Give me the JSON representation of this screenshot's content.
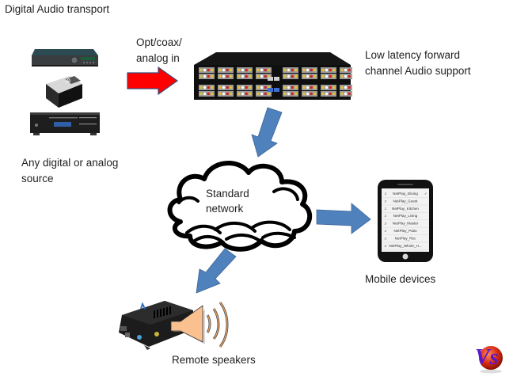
{
  "title": "Digital Audio transport",
  "labels": {
    "input": [
      "Opt/coax/",
      "analog in"
    ],
    "matrix": [
      "Low latency forward",
      "channel Audio support"
    ],
    "sources": [
      "Any digital or analog",
      "source"
    ],
    "network": [
      "Standard",
      "network"
    ],
    "mobile": "Mobile devices",
    "speakers": "Remote speakers"
  },
  "phone_list": [
    "NetPlay_Dining",
    "NetPlay_Guest",
    "NetPlay_Kitchen",
    "NetPlay_Living",
    "NetPlay_Master",
    "NetPlay_Patio",
    "NetPlay_Rec",
    "NetPlay_Whole_H..."
  ],
  "phone_selected_mark": "✓",
  "logo_text": "Vs",
  "colors": {
    "input_arrow": "#ff0000",
    "flow_arrows": "#4f81bd",
    "speaker": "#fac090",
    "logo_letters": "#5b17c9",
    "logo_ball": "#d62a12"
  }
}
